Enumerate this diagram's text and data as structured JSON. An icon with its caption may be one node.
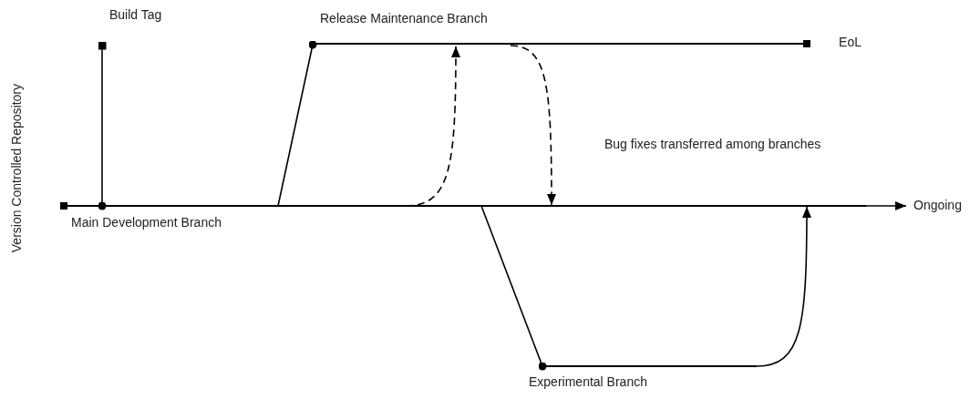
{
  "diagram": {
    "nodes": [
      {
        "text": [
          "Main Development Branch"
        ]
      },
      {
        "text": [
          "Ongoing"
        ]
      },
      {
        "text": [
          "Build Tag"
        ]
      },
      {
        "text": [
          "Release Maintenance Branch"
        ],
        "beside": [
          "EoL"
        ]
      },
      {
        "text": [
          "Experimental Branch"
        ]
      }
    ],
    "edges": [
      {
        "from": 0,
        "to": 1,
        "arrow": "to"
      },
      {
        "from": 0,
        "to": 2,
        "arrow": "other"
      },
      {
        "from": 0,
        "to": 3,
        "arrow": "other"
      },
      {
        "from": 0,
        "to": 3,
        "arrow": "to",
        "style": "dashed"
      },
      {
        "from": 3,
        "to": 0,
        "arrow": "to",
        "style": "dashed"
      },
      {
        "from": 0,
        "to": 4,
        "arrow": "other"
      },
      {
        "from": 4,
        "to": 0,
        "arrow": "to"
      }
    ],
    "labels": [
      "Version Controlled Repository",
      "Bug fixes transferred among branches"
    ]
  }
}
